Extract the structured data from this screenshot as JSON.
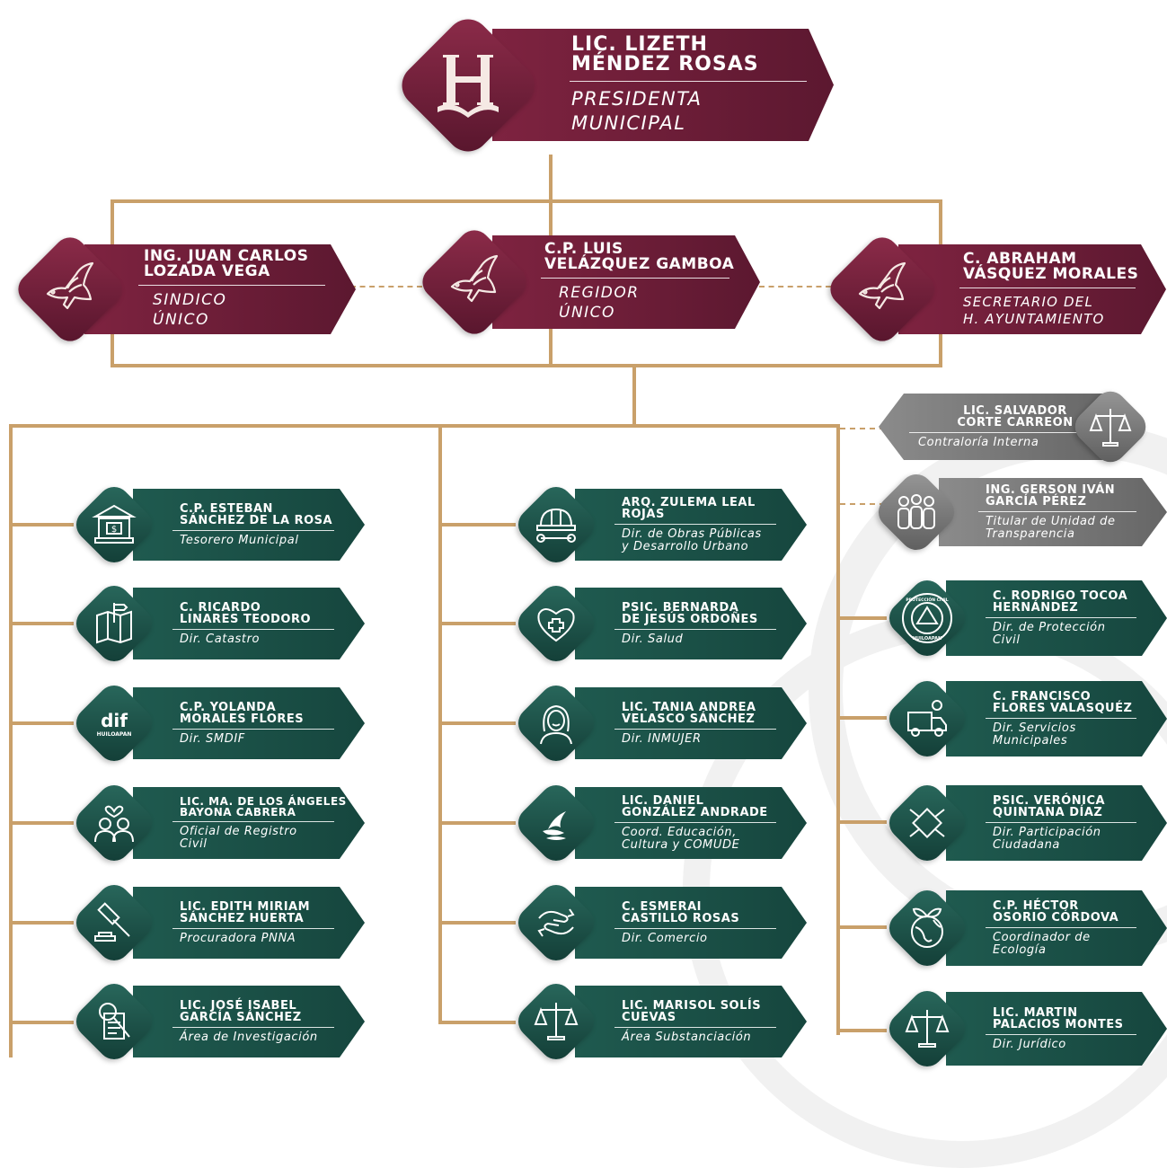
{
  "top": {
    "name": "LIC. LIZETH\nMÉNDEZ ROSAS",
    "role": "PRESIDENTA\nMUNICIPAL",
    "icon": "h-emblem-icon"
  },
  "level2": [
    {
      "name": "ING. JUAN CARLOS\nLOZADA VEGA",
      "role": "SINDICO\nÚNICO",
      "icon": "dove-icon"
    },
    {
      "name": "C.P. LUIS\nVELÁZQUEZ GAMBOA",
      "role": "REGIDOR\nÚNICO",
      "icon": "dove-icon"
    },
    {
      "name": "C. ABRAHAM\nVÁSQUEZ MORALES",
      "role": "SECRETARIO DEL\nH. AYUNTAMIENTO",
      "icon": "dove-icon"
    }
  ],
  "gray": [
    {
      "name": "LIC. SALVADOR\nCORTE CARREON",
      "role": "Contraloría Interna",
      "icon": "scales-icon"
    },
    {
      "name": "ING. GERSON IVÁN\nGARCÍA PÉREZ",
      "role": "Titular de Unidad de\nTransparencia",
      "icon": "people-icon"
    }
  ],
  "col1": [
    {
      "name": "C.P. ESTEBAN\nSÁNCHEZ DE LA ROSA",
      "role": "Tesorero Municipal",
      "icon": "bank-icon"
    },
    {
      "name": "C. RICARDO\nLINARES TEODORO",
      "role": "Dir. Catastro",
      "icon": "map-signpost-icon"
    },
    {
      "name": "C.P. YOLANDA\nMORALES FLORES",
      "role": "Dir. SMDIF",
      "icon": "dif-logo-icon",
      "logo_text": "dif",
      "logo_sub": "HUILOAPAN"
    },
    {
      "name": "LIC. MA. DE LOS ÁNGELES\nBAYONA CABRERA",
      "role": "Oficial de Registro\nCivil",
      "icon": "couple-icon"
    },
    {
      "name": "LIC. EDITH MIRIAM\nSÁNCHEZ HUERTA",
      "role": "Procuradora PNNA",
      "icon": "gavel-icon"
    },
    {
      "name": "LIC. JOSÉ ISABEL\nGARCÍA SÁNCHEZ",
      "role": "Área de Investigación",
      "icon": "magnifier-document-icon"
    }
  ],
  "col2": [
    {
      "name": "ARQ. ZULEMA LEAL\nROJAS",
      "role": "Dir. de Obras Públicas\ny Desarrollo Urbano",
      "icon": "helmet-wrench-icon"
    },
    {
      "name": "PSIC. BERNARDA\nDE JESÚS ORDOÑES",
      "role": "Dir. Salud",
      "icon": "heart-cross-icon"
    },
    {
      "name": "LIC. TANIA ANDREA\nVELASCO SÁNCHEZ",
      "role": "Dir. INMUJER",
      "icon": "woman-icon"
    },
    {
      "name": "LIC. DANIEL\nGONZÁLEZ ANDRADE",
      "role": "Coord. Educación,\nCultura y COMUDE",
      "icon": "flame-swirl-icon"
    },
    {
      "name": "C. ESMERAI\nCASTILLO ROSAS",
      "role": "Dir. Comercio",
      "icon": "handshake-exchange-icon"
    },
    {
      "name": "LIC. MARISOL SOLÍS\nCUEVAS",
      "role": "Área Substanciación",
      "icon": "scales-icon"
    }
  ],
  "col3": [
    {
      "name": "C. RODRIGO TOCOA\nHERNÁNDEZ",
      "role": "Dir. de Protección\nCivil",
      "icon": "civil-protection-icon",
      "logo_text": "PROTECCIÓN CIVIL",
      "logo_sub": "HUILOAPAN"
    },
    {
      "name": "C. FRANCISCO\nFLORES VALASQUÉZ",
      "role": "Dir. Servicios\nMunicipales",
      "icon": "garbage-truck-icon"
    },
    {
      "name": "PSIC. VERÓNICA\nQUINTANA DÍAZ",
      "role": "Dir. Participación\nCiudadana",
      "icon": "joined-hands-icon"
    },
    {
      "name": "C.P. HÉCTOR\nOSORIO CÓRDOVA",
      "role": "Coordinador de\nEcología",
      "icon": "earth-leaves-icon"
    },
    {
      "name": "LIC. MARTIN\nPALACIOS MONTES",
      "role": "Dir. Jurídico",
      "icon": "scales-icon"
    }
  ],
  "colors": {
    "maroon": "#6b1d37",
    "green": "#1b4f46",
    "gray": "#7a7a7a",
    "gold": "#c9a06a"
  }
}
